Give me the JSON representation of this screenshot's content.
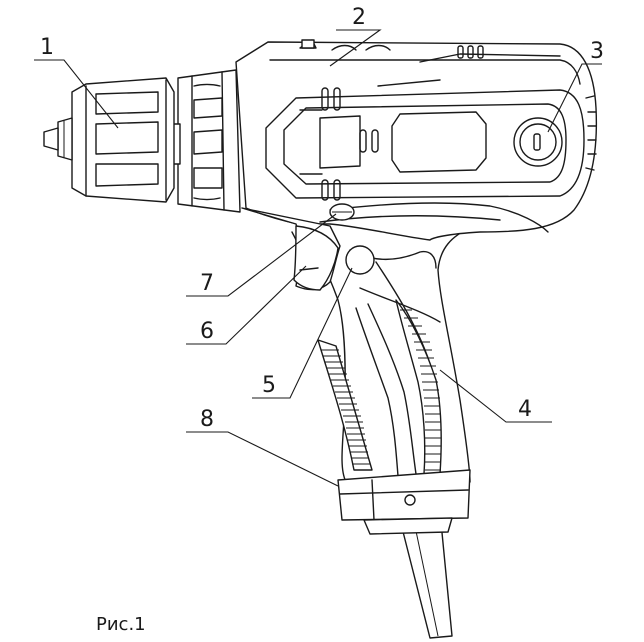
{
  "figure": {
    "caption": "Рис.1",
    "callouts": [
      {
        "id": "1",
        "label": "1"
      },
      {
        "id": "2",
        "label": "2"
      },
      {
        "id": "3",
        "label": "3"
      },
      {
        "id": "4",
        "label": "4"
      },
      {
        "id": "5",
        "label": "5"
      },
      {
        "id": "6",
        "label": "6"
      },
      {
        "id": "7",
        "label": "7"
      },
      {
        "id": "8",
        "label": "8"
      }
    ]
  }
}
